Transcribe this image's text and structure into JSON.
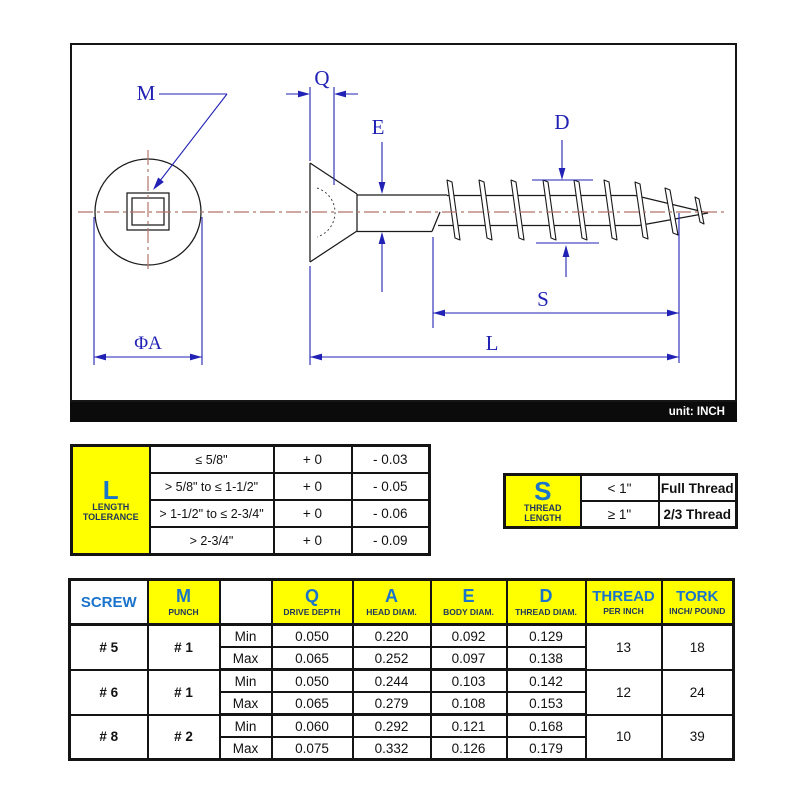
{
  "title_bar": {
    "unit_label": "unit: INCH"
  },
  "drawing": {
    "dim_labels": {
      "m": "M",
      "q": "Q",
      "e": "E",
      "d": "D",
      "s": "S",
      "l": "L",
      "phi_a": "ΦA"
    }
  },
  "l_table": {
    "key_letter": "L",
    "key_line1": "LENGTH",
    "key_line2": "TOLERANCE",
    "rows": [
      {
        "range": "≤ 5/8\"",
        "plus": "+ 0",
        "minus": "- 0.03"
      },
      {
        "range": "> 5/8\" to ≤ 1-1/2\"",
        "plus": "+ 0",
        "minus": "- 0.05"
      },
      {
        "range": "> 1-1/2\" to ≤ 2-3/4\"",
        "plus": "+ 0",
        "minus": "- 0.06"
      },
      {
        "range": "> 2-3/4\"",
        "plus": "+ 0",
        "minus": "- 0.09"
      }
    ]
  },
  "s_table": {
    "key_letter": "S",
    "key_line1": "THREAD",
    "key_line2": "LENGTH",
    "rows": [
      {
        "range": "< 1\"",
        "value": "Full Thread"
      },
      {
        "range": "≥ 1\"",
        "value": "2/3 Thread"
      }
    ]
  },
  "spec_table": {
    "headers": {
      "screw": "SCREW",
      "m": "M",
      "m_sub": "PUNCH",
      "q": "Q",
      "q_sub": "DRIVE DEPTH",
      "a": "A",
      "a_sub": "HEAD DIAM.",
      "e": "E",
      "e_sub": "BODY DIAM.",
      "d": "D",
      "d_sub": "THREAD DIAM.",
      "thread": "THREAD",
      "thread_sub": "PER INCH",
      "tork": "TORK",
      "tork_sub": "INCH/ POUND"
    },
    "min_label": "Min",
    "max_label": "Max",
    "groups": [
      {
        "screw": "# 5",
        "punch": "# 1",
        "min": [
          "0.050",
          "0.220",
          "0.092",
          "0.129"
        ],
        "max": [
          "0.065",
          "0.252",
          "0.097",
          "0.138"
        ],
        "thread_per_inch": "13",
        "tork": "18"
      },
      {
        "screw": "# 6",
        "punch": "# 1",
        "min": [
          "0.050",
          "0.244",
          "0.103",
          "0.142"
        ],
        "max": [
          "0.065",
          "0.279",
          "0.108",
          "0.153"
        ],
        "thread_per_inch": "12",
        "tork": "24"
      },
      {
        "screw": "# 8",
        "punch": "# 2",
        "min": [
          "0.060",
          "0.292",
          "0.121",
          "0.168"
        ],
        "max": [
          "0.075",
          "0.332",
          "0.126",
          "0.179"
        ],
        "thread_per_inch": "10",
        "tork": "39"
      }
    ]
  },
  "colors": {
    "table_yellow": "#ffff00",
    "accent_blue": "#1a74cc",
    "navy": "#1e355e",
    "cad_blue": "#2122b5",
    "centerline_red": "#b5756b",
    "bar_black": "#0b0b0b"
  }
}
